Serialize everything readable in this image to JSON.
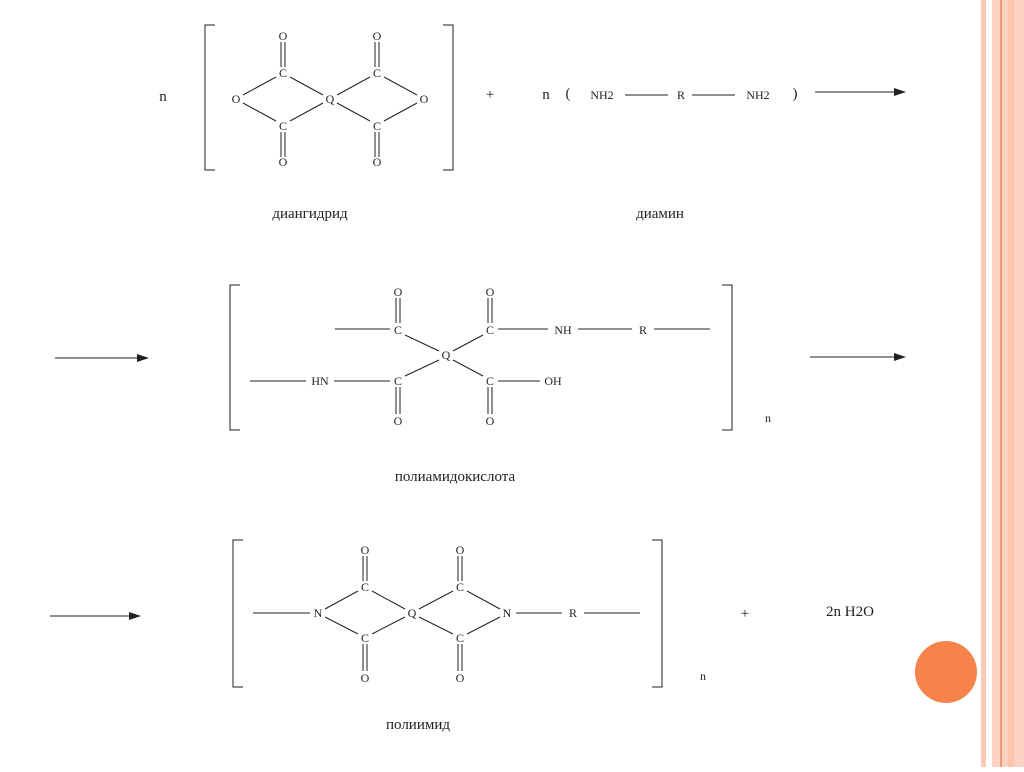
{
  "colors": {
    "border_pink": "#fbc9b5",
    "border_line": "#f0a07c",
    "accent_circle": "#f8834a"
  },
  "reaction": {
    "step1": {
      "coef": "n",
      "dianhydride_atoms": {
        "C": "C",
        "O": "O",
        "Q": "Q"
      },
      "plus": "+",
      "diamine": {
        "coef": "n",
        "open": "(",
        "nh2_left": "NH2",
        "r": "R",
        "nh2_right": "NH2",
        "close": ")"
      },
      "label_dianhydride": "диангидрид",
      "label_diamine": "диамин"
    },
    "step2": {
      "atoms": {
        "C": "C",
        "O": "O",
        "Q": "Q",
        "NH": "NH",
        "R": "R",
        "HN": "HN",
        "OH": "OH"
      },
      "subscript_n": "n",
      "label": "полиамидокислота"
    },
    "step3": {
      "atoms": {
        "C": "C",
        "O": "O",
        "Q": "Q",
        "N": "N",
        "R": "R"
      },
      "subscript_n": "n",
      "plus": "+",
      "byproduct": "2n H2O",
      "label": "полиимид"
    }
  }
}
